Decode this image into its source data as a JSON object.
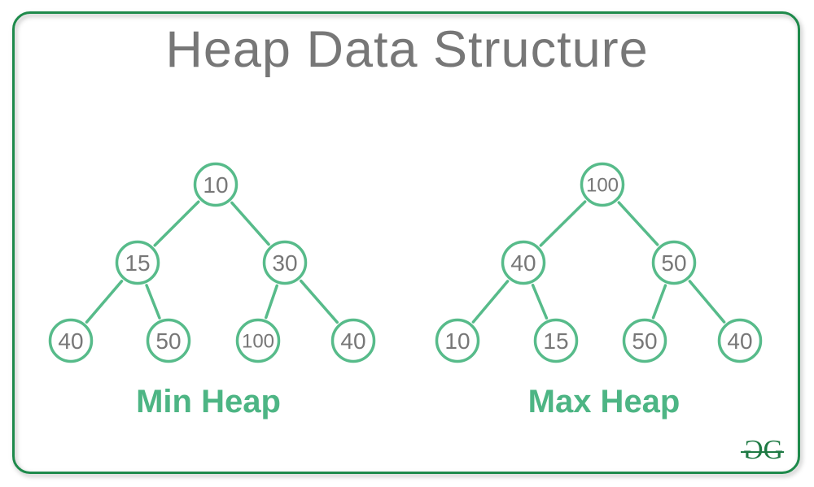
{
  "title": "Heap Data Structure",
  "trees": [
    {
      "name": "min-heap",
      "label": "Min Heap",
      "nodes": [
        "10",
        "15",
        "30",
        "40",
        "50",
        "100",
        "40"
      ]
    },
    {
      "name": "max-heap",
      "label": "Max Heap",
      "nodes": [
        "100",
        "40",
        "50",
        "10",
        "15",
        "50",
        "40"
      ]
    }
  ],
  "logo": {
    "g1": "G",
    "g2": "G"
  },
  "colors": {
    "node_green": "#57bb8a",
    "label_green": "#4db584",
    "border_green": "#1e8a4b",
    "logo_green": "#1f7a44",
    "text_gray": "#777777"
  }
}
